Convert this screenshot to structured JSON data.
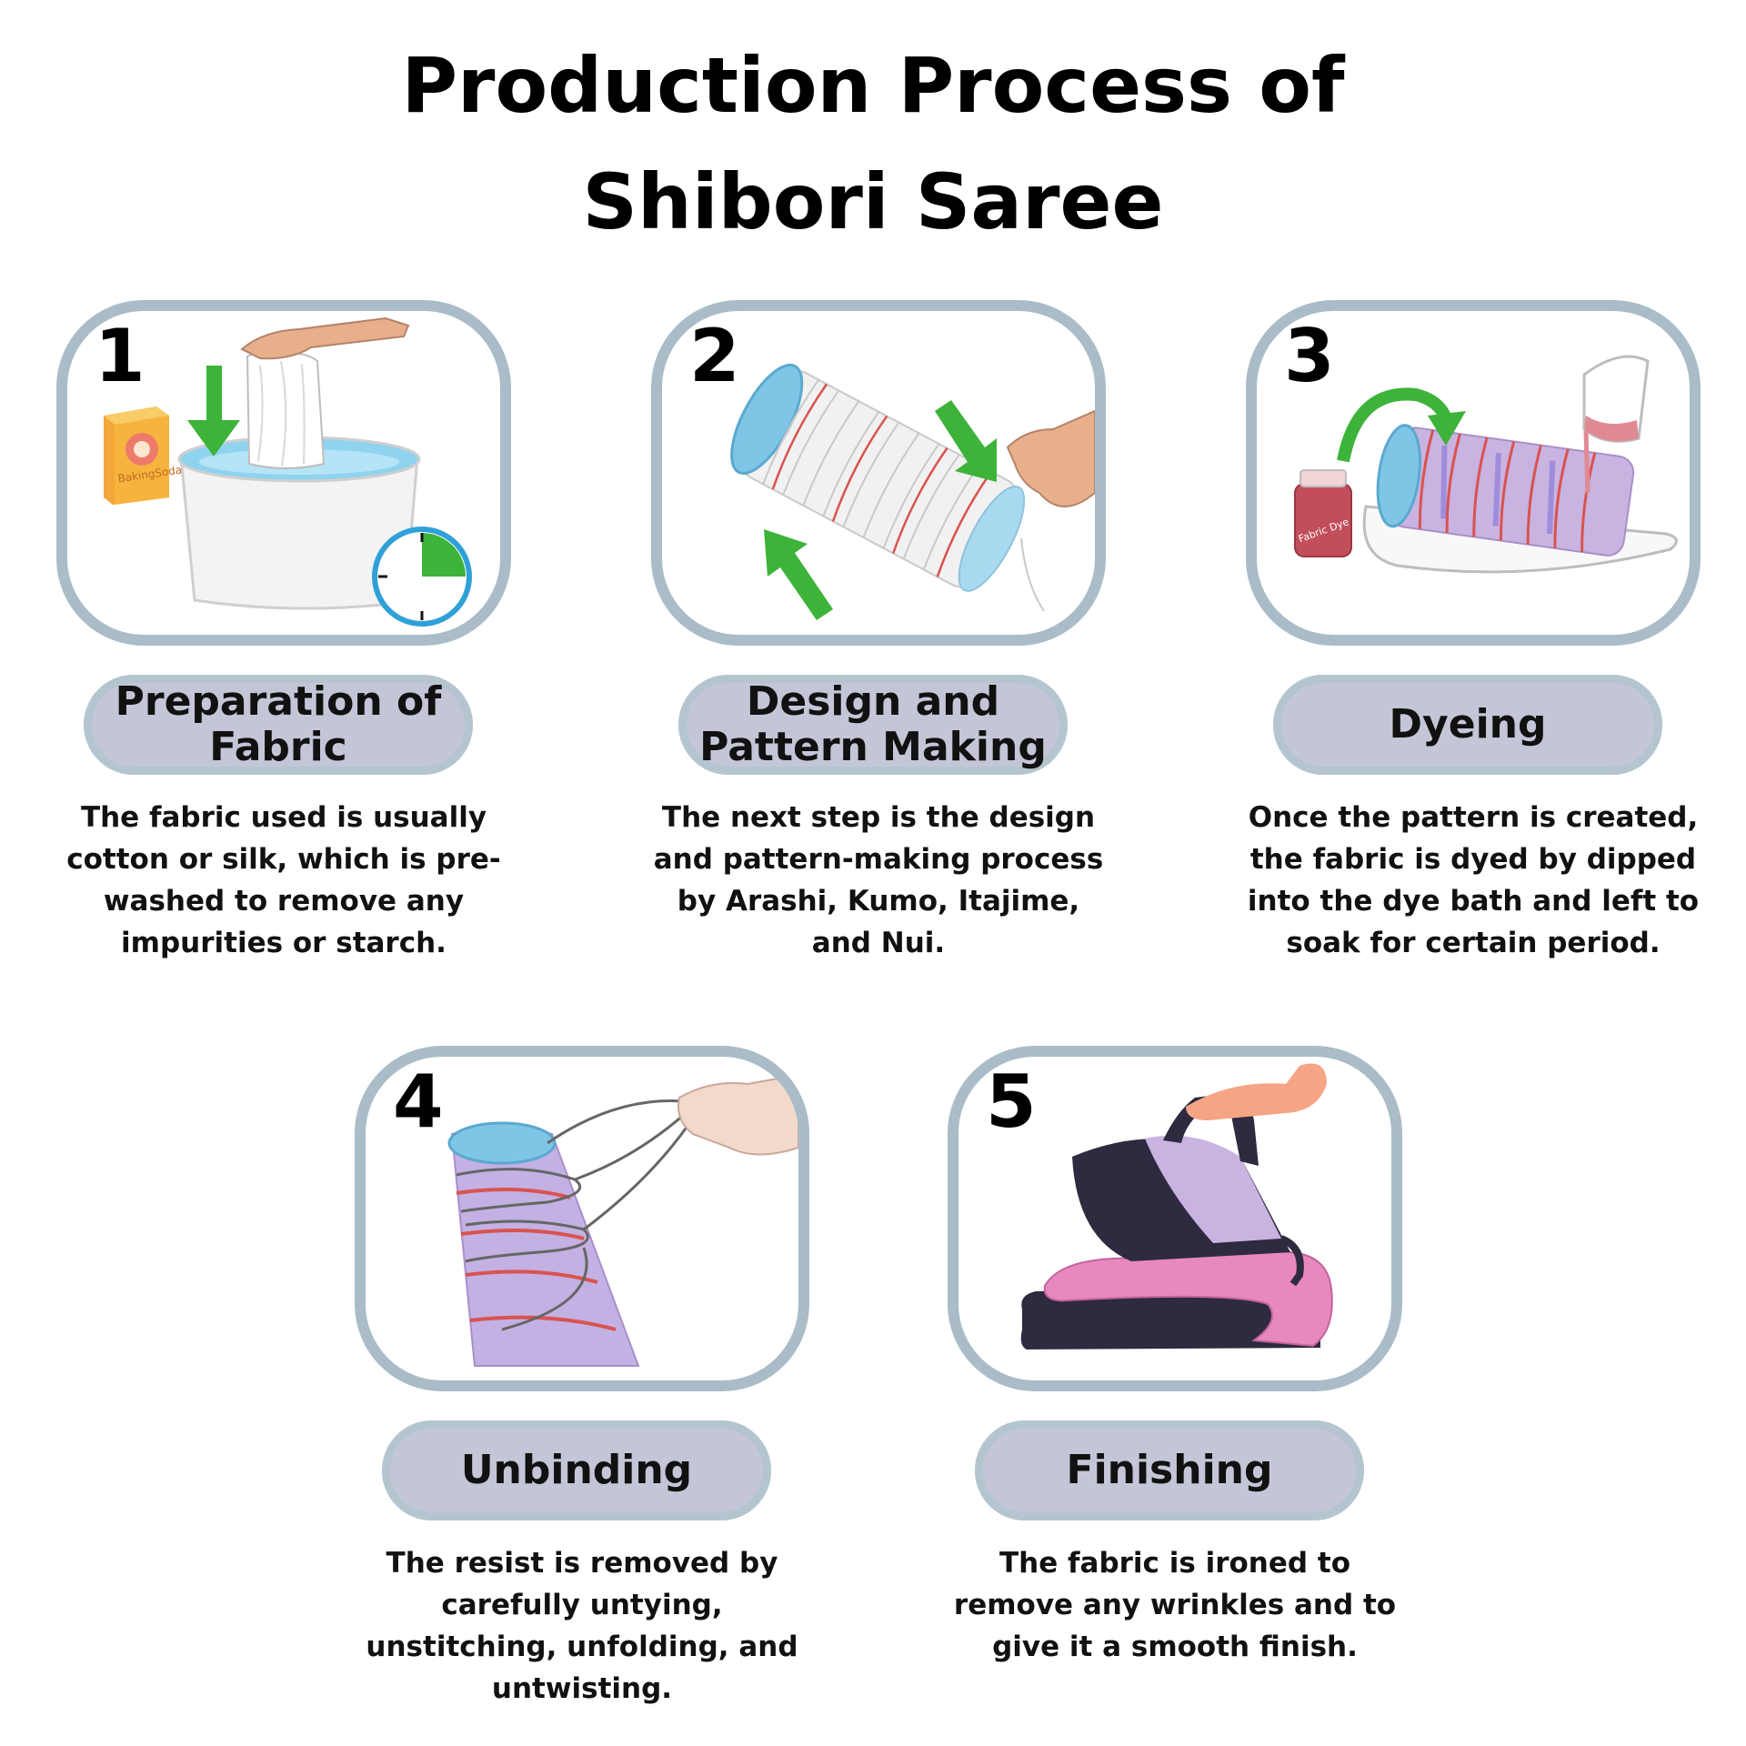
{
  "title_line1": "Production Process of",
  "title_line2": "Shibori Saree",
  "steps": [
    {
      "number": "1",
      "label": "Preparation of Fabric",
      "desc": "The fabric used is usually cotton or silk, which is pre- washed to remove any impurities or starch.",
      "box_text": "BakingSoda"
    },
    {
      "number": "2",
      "label": "Design and Pattern Making",
      "desc": "The next step is the design and pattern-making process by Arashi, Kumo, Itajime, and Nui."
    },
    {
      "number": "3",
      "label": "Dyeing",
      "desc": "Once the pattern is created, the fabric is dyed by dipped into the dye bath and left to soak for certain period.",
      "jar_text": "Fabric Dye"
    },
    {
      "number": "4",
      "label": "Unbinding",
      "desc": "The resist is removed by carefully untying, unstitching, unfolding, and untwisting."
    },
    {
      "number": "5",
      "label": "Finishing",
      "desc": "The fabric is ironed to remove any wrinkles and to give it a smooth finish."
    }
  ],
  "colors": {
    "frame": "#a9bcc7",
    "label_bg": "#c4c6d8",
    "arrow": "#3db33a",
    "thread": "#d9534f"
  }
}
